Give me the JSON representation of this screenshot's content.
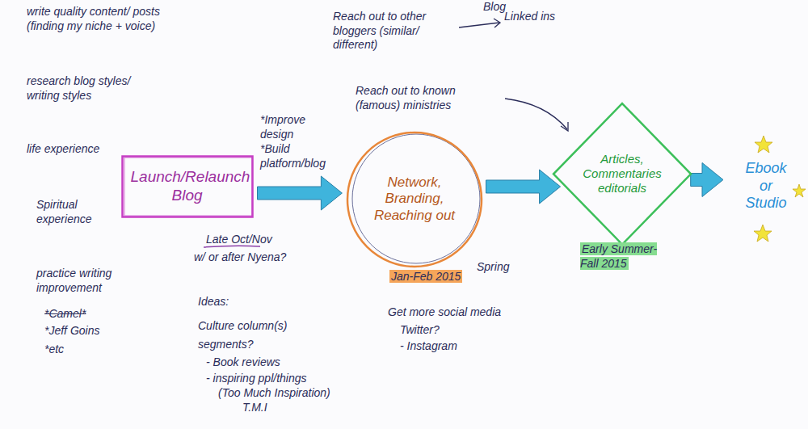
{
  "diagram": {
    "nodes": [
      {
        "text": [
          "Launch/Relaunch Blog"
        ]
      },
      {
        "text": [
          "Network, Branding, Reaching out"
        ]
      },
      {
        "text": [
          "Articles, Commentaries editorials"
        ]
      },
      {
        "text": [
          "Ebook or Studio"
        ]
      }
    ],
    "edges": [
      {
        "from": 0,
        "to": 1,
        "arrow": "to"
      },
      {
        "from": 1,
        "to": 2,
        "arrow": "to"
      },
      {
        "from": 2,
        "to": 3,
        "arrow": "to"
      }
    ],
    "labels": [
      "write quality content/ posts (finding my niche + voice)",
      "research blog styles/ writing styles",
      "life experience",
      "Spiritual experience",
      "practice writing improvement",
      "*Camel*",
      "*Jeff Goins",
      "*etc",
      "*Improve design",
      "*Build platform/blog",
      "Late Oct/Nov",
      "w/ or after Nyena?",
      "Ideas:",
      "Culture column(s)",
      "segments?",
      "- Book reviews",
      "- inspiring ppl/things",
      "(Too Much Inspiration)",
      "T.M.I",
      "Reach out to other bloggers (similar/ different)",
      "Linked ins",
      "Reach out to known (famous) ministries",
      "Jan-Feb 2015",
      "Spring",
      "Get more social media",
      "Twitter?",
      "- Instagram",
      "Early Summer-Fall 2015",
      "Blog"
    ]
  }
}
